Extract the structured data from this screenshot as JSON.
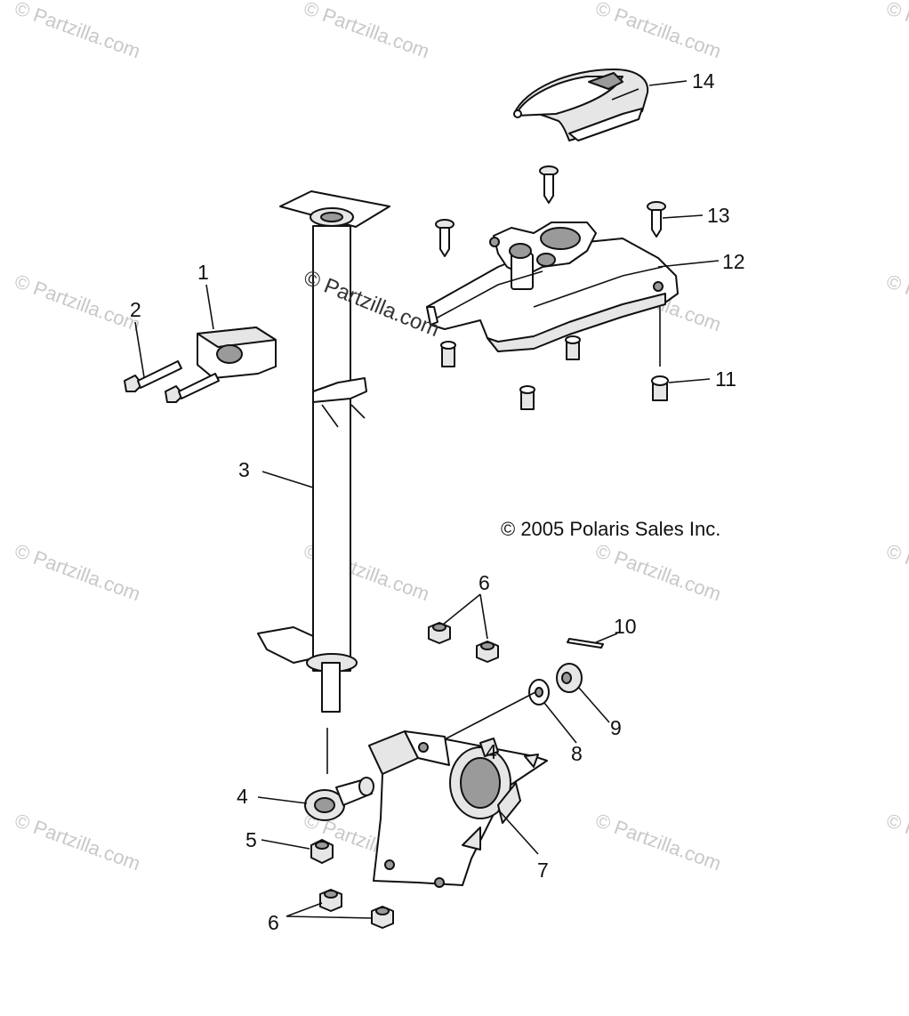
{
  "diagram": {
    "copyright": "© 2005 Polaris Sales Inc.",
    "watermark_text": "© Partzilla.com",
    "center_watermark": "© Partzilla.com",
    "callouts": {
      "n1": "1",
      "n2": "2",
      "n3": "3",
      "n4a": "4",
      "n4b": "4",
      "n5": "5",
      "n6a": "6",
      "n6b": "6",
      "n7": "7",
      "n8": "8",
      "n9": "9",
      "n10": "10",
      "n11": "11",
      "n12": "12",
      "n13": "13",
      "n14": "14"
    }
  }
}
